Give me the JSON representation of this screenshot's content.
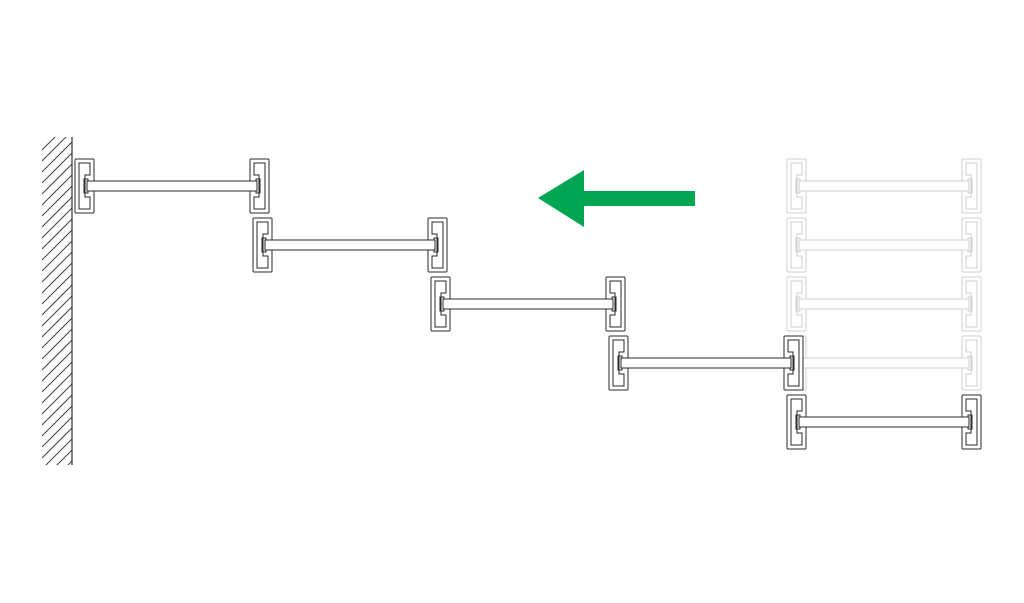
{
  "diagram": {
    "kind": "sliding-panel-stacking-plan",
    "wall": {
      "style": "hatched"
    },
    "direction": {
      "icon": "arrow-left-icon",
      "color": "#00a651"
    },
    "panel_count": 5,
    "states": [
      "stacked-open",
      "closed"
    ]
  }
}
